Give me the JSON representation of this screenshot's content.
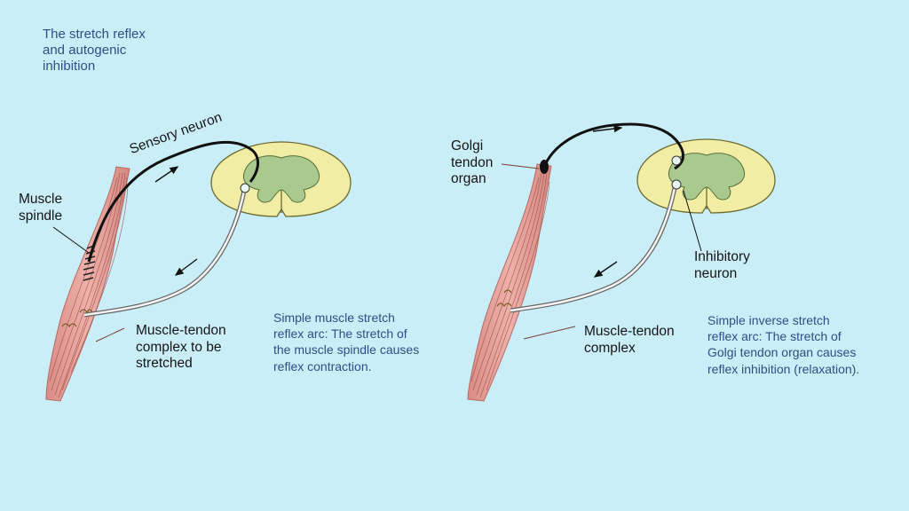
{
  "title": "The stretch reflex\nand autogenic\ninhibition",
  "left_panel": {
    "sensory_neuron": "Sensory neuron",
    "muscle_spindle": "Muscle\nspindle",
    "muscle_tendon": "Muscle-tendon\ncomplex to be\nstretched",
    "caption": "Simple muscle stretch\nreflex arc: The stretch of\nthe muscle spindle causes\nreflex contraction."
  },
  "right_panel": {
    "golgi": "Golgi\ntendon\norgan",
    "inhibitory": "Inhibitory\nneuron",
    "muscle_tendon": "Muscle-tendon\ncomplex",
    "caption": "Simple inverse stretch\nreflex arc: The stretch of\nGolgi tendon organ causes\nreflex inhibition (relaxation)."
  },
  "colors": {
    "background": "#c9eef7",
    "muscle": "#e8a7a0",
    "spinal_white_matter": "#f1eda4",
    "spinal_grey_matter": "#a9c98e",
    "caption_text": "#2f4e86"
  }
}
